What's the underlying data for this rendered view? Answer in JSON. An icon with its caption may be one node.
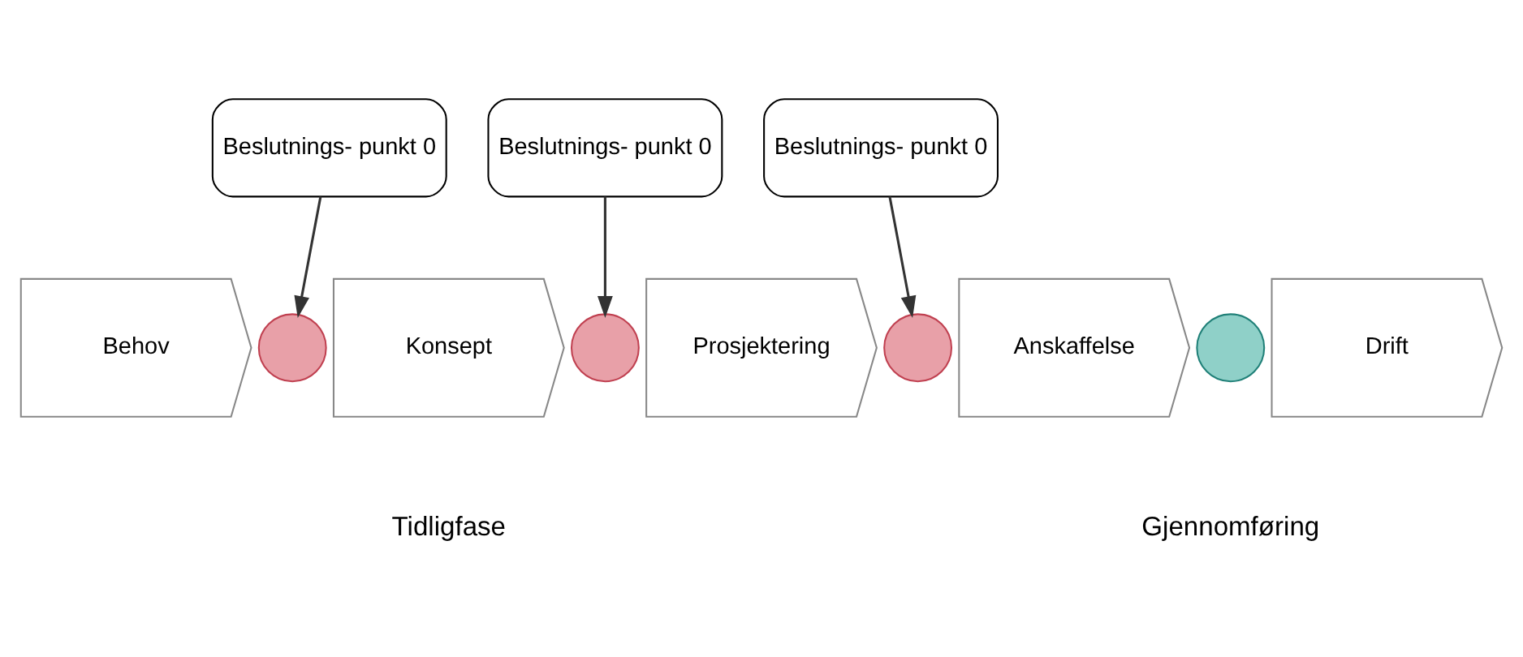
{
  "diagram": {
    "nodes": [
      {
        "text": [
          "Beslutnings- punkt 0"
        ]
      },
      {
        "text": [
          "Beslutnings- punkt 0"
        ]
      },
      {
        "text": [
          "Beslutnings- punkt 0"
        ]
      },
      {
        "text": [
          "Behov"
        ]
      },
      {
        "text": [],
        "shape": "circle"
      },
      {
        "text": [
          "Konsept"
        ]
      },
      {
        "text": [],
        "shape": "circle"
      },
      {
        "text": [
          "Prosjektering"
        ]
      },
      {
        "text": [],
        "shape": "circle"
      },
      {
        "text": [
          "Anskaffelse"
        ]
      },
      {
        "text": [],
        "shape": "circle"
      },
      {
        "text": [
          "Drift"
        ]
      }
    ],
    "edges": [
      {
        "from": 0,
        "to": 4,
        "arrow": "to"
      },
      {
        "from": 1,
        "to": 6,
        "arrow": "to"
      },
      {
        "from": 2,
        "to": 8,
        "arrow": "to"
      }
    ],
    "labels": [
      "Tidligfase",
      "Gjennomføring"
    ]
  }
}
